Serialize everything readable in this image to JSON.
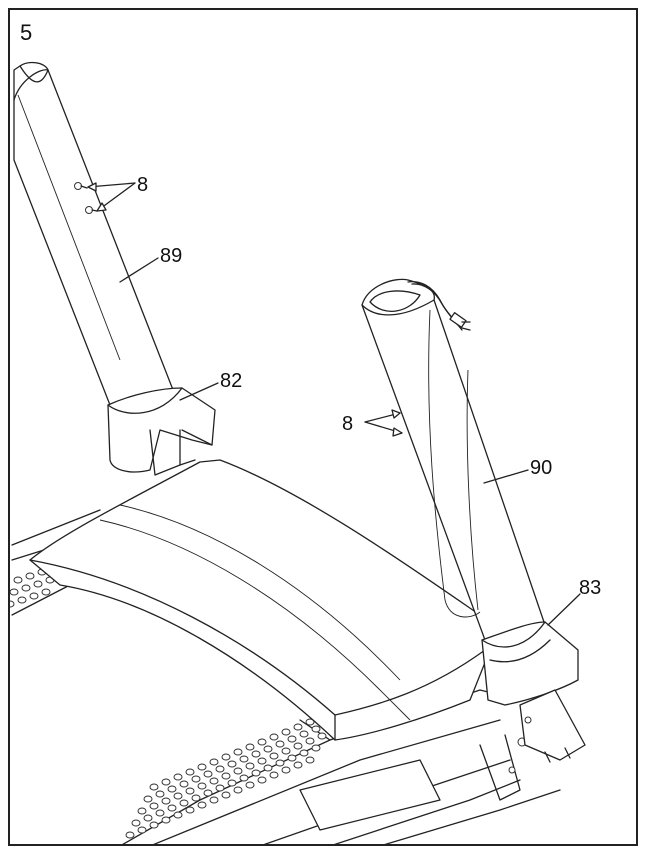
{
  "step_number": "5",
  "callouts": {
    "screw_left": "8",
    "upright_left": "89",
    "base_left": "82",
    "screw_right": "8",
    "upright_right": "90",
    "base_right": "83"
  },
  "colors": {
    "ink": "#222222",
    "paper": "#ffffff"
  }
}
